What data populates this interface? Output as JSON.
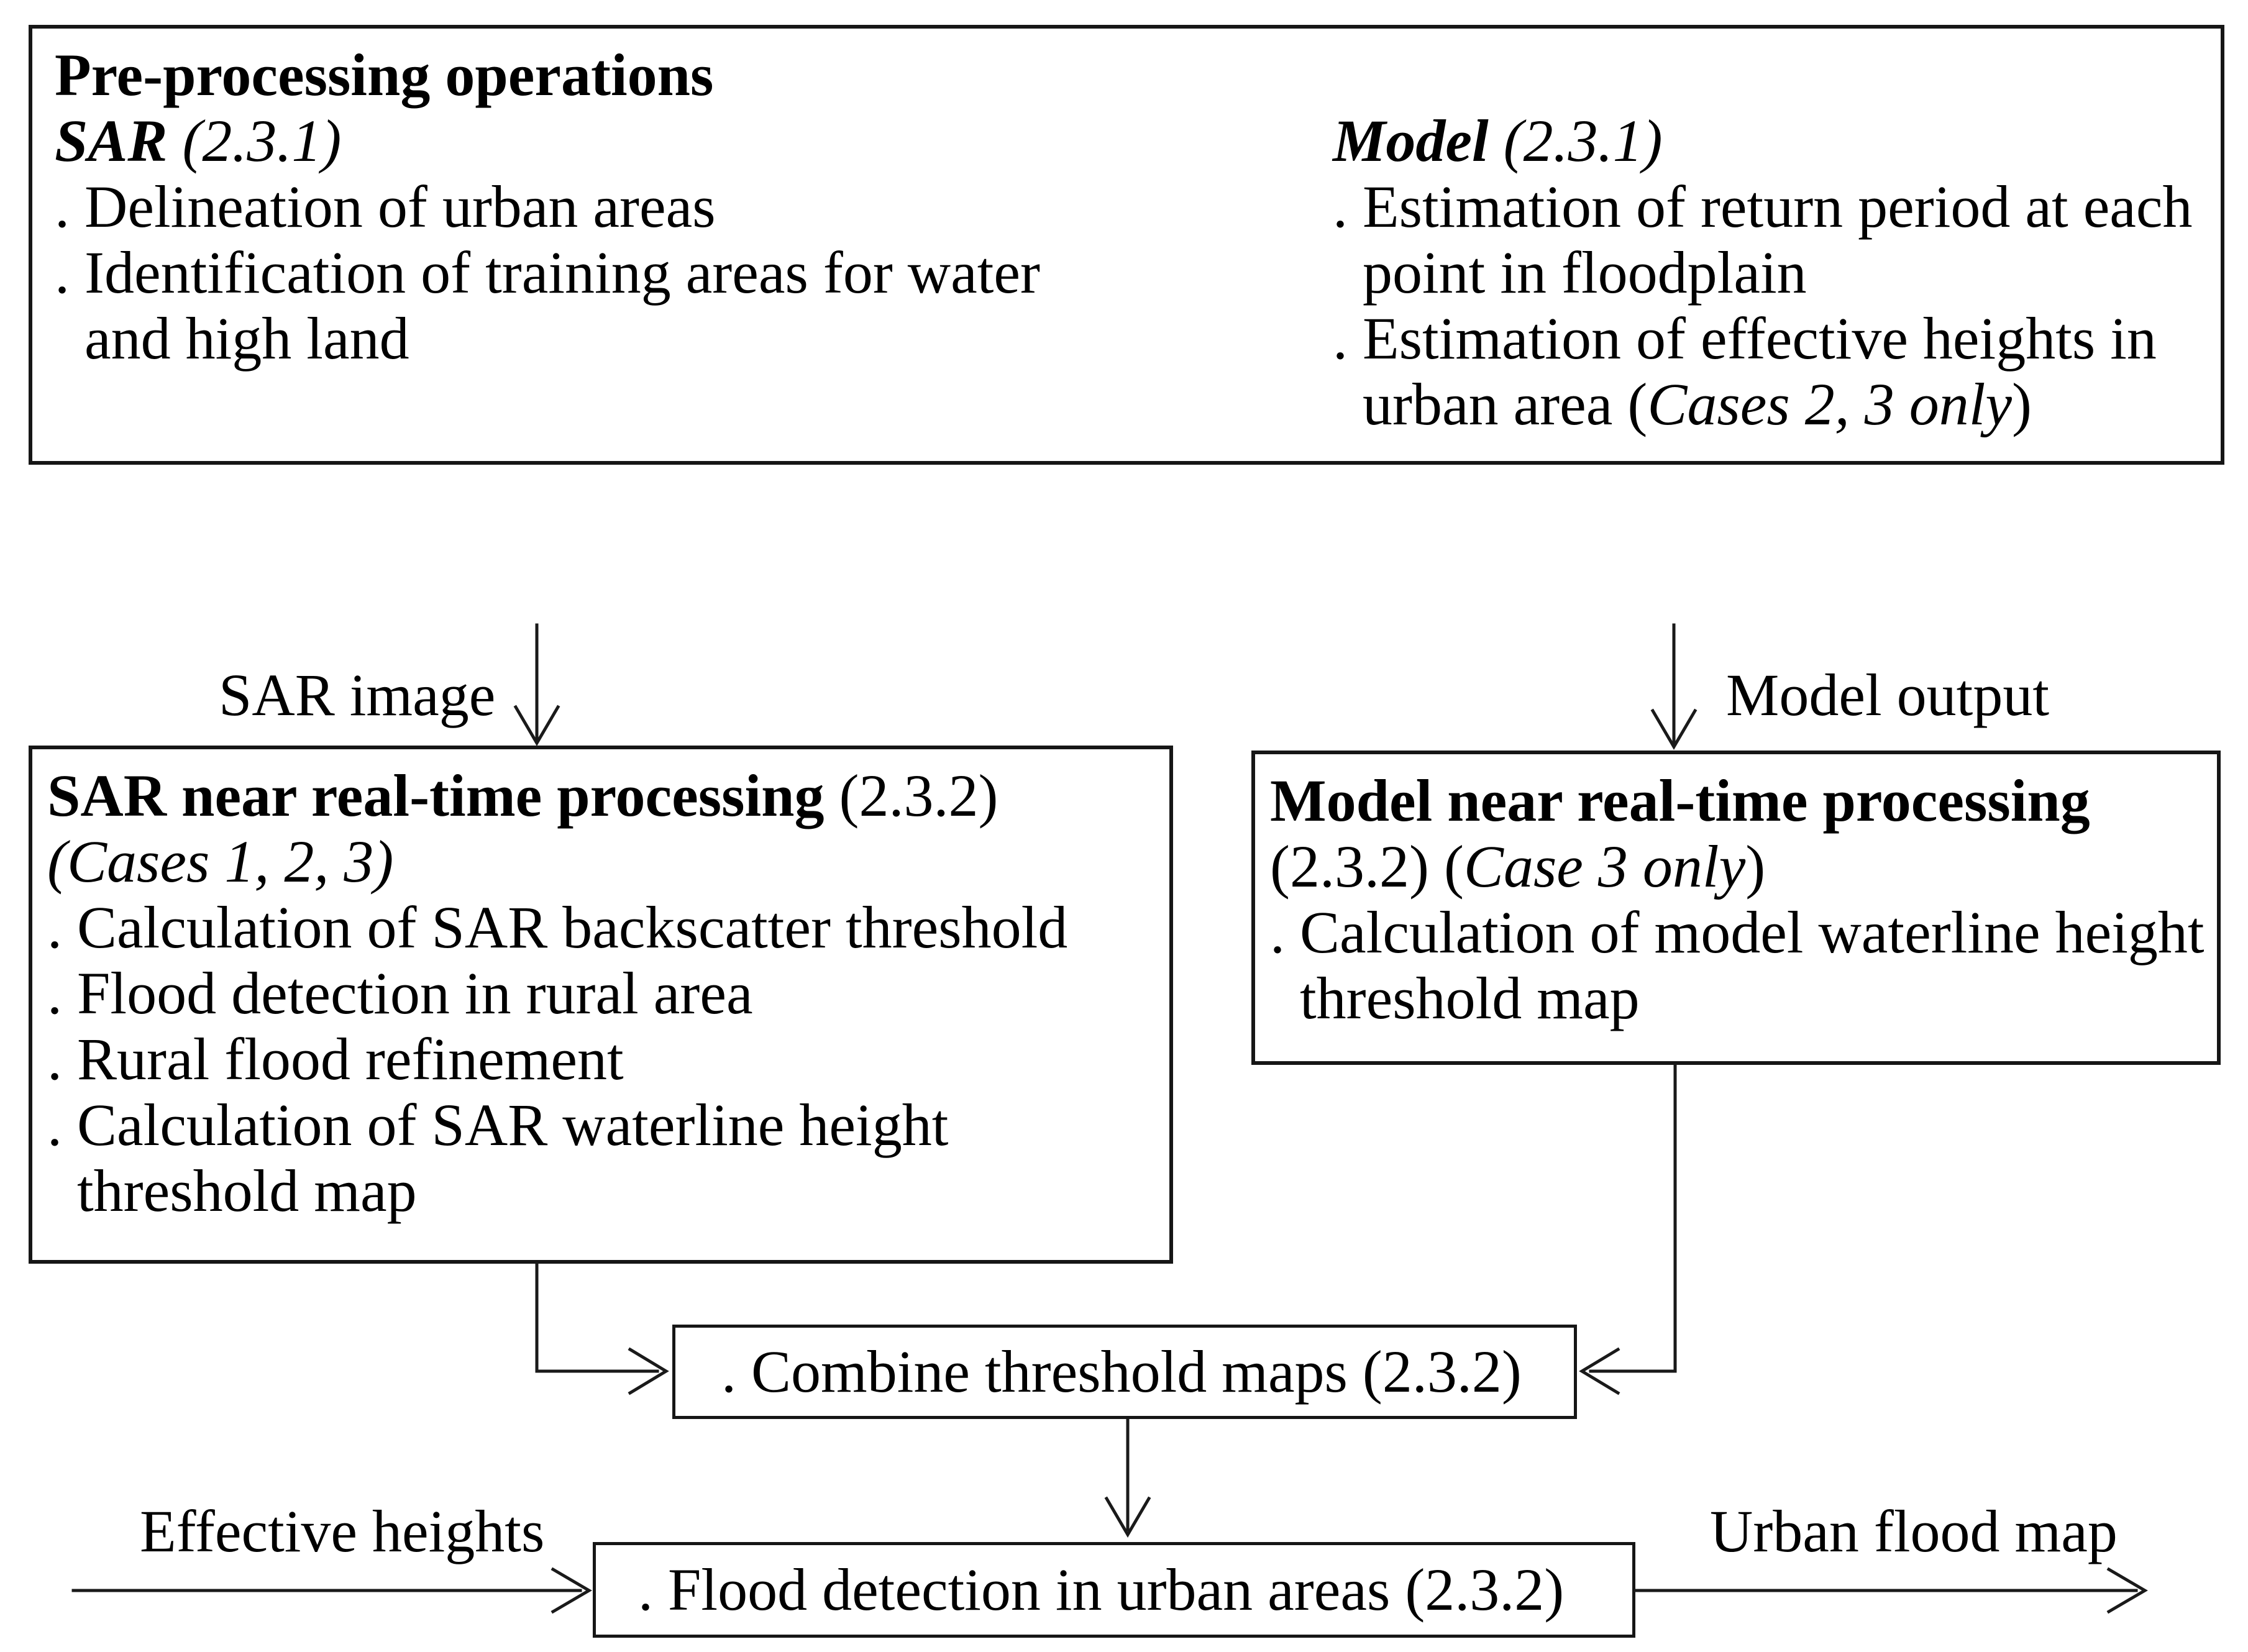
{
  "figure": {
    "type": "flowchart",
    "background": "#ffffff",
    "line_color": "#1a1a1a",
    "text_color": "#000000"
  },
  "labels": {
    "sar_image": "SAR image",
    "model_output": "Model output",
    "effective_heights": "Effective heights",
    "urban_flood_map": "Urban flood map"
  },
  "top_box": {
    "sar_column": {
      "lines": [
        {
          "runs": [
            {
              "text": "Pre-processing operations",
              "style": "bold"
            }
          ]
        },
        {
          "runs": [
            {
              "text": "SAR",
              "style": "bolditalic"
            },
            {
              "text": " (2.3.1)",
              "style": "italic"
            }
          ]
        },
        {
          "runs": [
            {
              "text": ". Delineation of urban areas",
              "style": "normal"
            }
          ]
        },
        {
          "runs": [
            {
              "text": ". Identification of training areas for water",
              "style": "normal"
            }
          ]
        },
        {
          "indent": true,
          "runs": [
            {
              "text": "and high land",
              "style": "normal"
            }
          ]
        }
      ]
    },
    "model_column": {
      "lines": [
        {
          "runs": [
            {
              "text": "",
              "style": "normal"
            }
          ]
        },
        {
          "runs": [
            {
              "text": "Model",
              "style": "bolditalic"
            },
            {
              "text": " (2.3.1)",
              "style": "italic"
            }
          ]
        },
        {
          "runs": [
            {
              "text": ". Estimation of return period at each",
              "style": "normal"
            }
          ]
        },
        {
          "indent": true,
          "runs": [
            {
              "text": "point in floodplain",
              "style": "normal"
            }
          ]
        },
        {
          "runs": [
            {
              "text": ". Estimation of effective heights in",
              "style": "normal"
            }
          ]
        },
        {
          "indent": true,
          "runs": [
            {
              "text": "urban area (",
              "style": "normal"
            },
            {
              "text": "Cases 2, 3 only",
              "style": "italic"
            },
            {
              "text": ")",
              "style": "normal"
            }
          ]
        }
      ]
    }
  },
  "sar_box": {
    "lines": [
      {
        "runs": [
          {
            "text": "SAR near real-time processing",
            "style": "bold"
          },
          {
            "text": " (2.3.2)",
            "style": "normal"
          }
        ]
      },
      {
        "runs": [
          {
            "text": "(Cases 1, 2, 3)",
            "style": "italic"
          }
        ]
      },
      {
        "runs": [
          {
            "text": ". Calculation of SAR backscatter threshold",
            "style": "normal"
          }
        ]
      },
      {
        "runs": [
          {
            "text": ". Flood detection in rural area",
            "style": "normal"
          }
        ]
      },
      {
        "runs": [
          {
            "text": ". Rural flood refinement",
            "style": "normal"
          }
        ]
      },
      {
        "runs": [
          {
            "text": ". Calculation of SAR waterline height",
            "style": "normal"
          }
        ]
      },
      {
        "indent": true,
        "runs": [
          {
            "text": "threshold map",
            "style": "normal"
          }
        ]
      }
    ]
  },
  "model_box": {
    "lines": [
      {
        "runs": [
          {
            "text": "Model near real-time processing",
            "style": "bold"
          }
        ]
      },
      {
        "runs": [
          {
            "text": "(2.3.2) (",
            "style": "normal"
          },
          {
            "text": "Case 3 only",
            "style": "italic"
          },
          {
            "text": ")",
            "style": "normal"
          }
        ]
      },
      {
        "runs": [
          {
            "text": ". Calculation of model waterline height",
            "style": "normal"
          }
        ]
      },
      {
        "indent": true,
        "runs": [
          {
            "text": "threshold map",
            "style": "normal"
          }
        ]
      }
    ]
  },
  "combine_box": {
    "lines": [
      {
        "runs": [
          {
            "text": ". Combine threshold maps (2.3.2)",
            "style": "normal"
          }
        ]
      }
    ]
  },
  "flood_box": {
    "lines": [
      {
        "runs": [
          {
            "text": ". Flood detection in urban areas (2.3.2)",
            "style": "normal"
          }
        ]
      }
    ]
  }
}
